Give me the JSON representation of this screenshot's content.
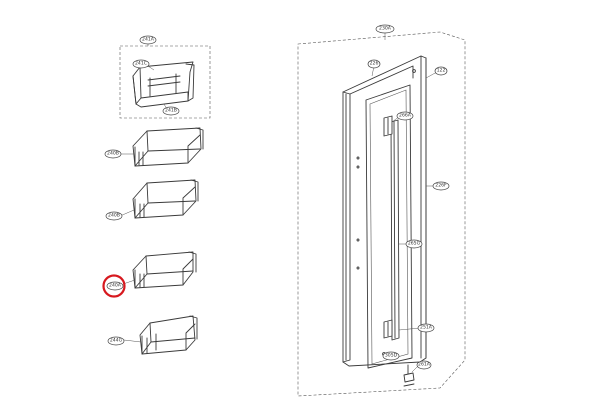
{
  "colors": {
    "line": "#3a3a3a",
    "highlight": "#d7191f",
    "background": "#ffffff"
  },
  "callouts": {
    "c241A": "241A",
    "c241C": "241C",
    "c241B": "241B",
    "c240B_1": "240B",
    "c240B_2": "240B",
    "c240A": "240A",
    "c244G": "244G",
    "c230A": "230A",
    "c226": "226",
    "c122": "122",
    "c266A": "266A",
    "c226F": "226F",
    "c265G": "265G",
    "c251A": "251A",
    "c305D": "305D",
    "c261A": "261A"
  },
  "highlighted_part": "240A"
}
